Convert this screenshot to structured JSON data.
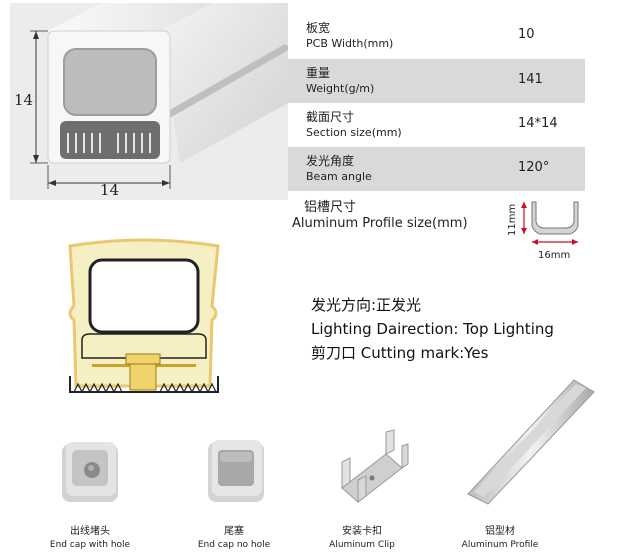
{
  "render_dims": {
    "height": "14",
    "width": "14"
  },
  "specs": [
    {
      "cn": "板宽",
      "en": "PCB Width(mm)",
      "value": "10",
      "shaded": false
    },
    {
      "cn": "重量",
      "en": "Weight(g/m)",
      "value": "141",
      "shaded": true
    },
    {
      "cn": "截面尺寸",
      "en": "Section size(mm)",
      "value": "14*14",
      "shaded": false
    },
    {
      "cn": "发光角度",
      "en": "Beam angle",
      "value": "120°",
      "shaded": true
    }
  ],
  "aluminum_profile": {
    "cn": "铝槽尺寸",
    "en": "Aluminum Profile size(mm)",
    "height": "11mm",
    "width": "16mm"
  },
  "lighting": {
    "line1": "发光方向:正发光",
    "line2": "Lighting Dairection: Top Lighting",
    "line3": "剪刀口 Cutting mark:Yes"
  },
  "accessories": [
    {
      "cn": "出线堵头",
      "en": "End cap with hole"
    },
    {
      "cn": "尾塞",
      "en": "End cap no hole"
    },
    {
      "cn": "安装卡扣",
      "en": "Aluminum Clip"
    },
    {
      "cn": "铝型材",
      "en": "Aluminum Profile"
    }
  ],
  "colors": {
    "row_shade": "#d9d9d9",
    "glow": "#f6efc4",
    "glow_stroke": "#e8c870",
    "alu_arrow": "#c8102e"
  }
}
